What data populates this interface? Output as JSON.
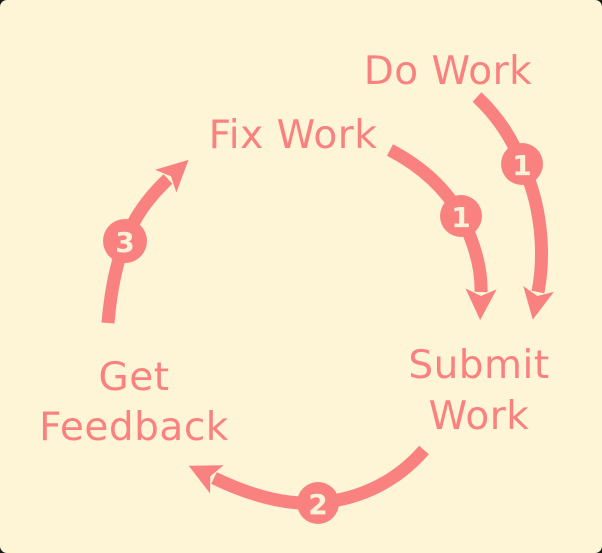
{
  "colors": {
    "background": "#FDF5D6",
    "accent": "#F98281",
    "badge_text": "#FCF3D7",
    "outer": "#191919"
  },
  "diagram": {
    "type": "cycle",
    "nodes": [
      {
        "id": "do-work",
        "label": "Do Work",
        "lines": [
          "Do Work"
        ]
      },
      {
        "id": "fix-work",
        "label": "Fix Work",
        "lines": [
          "Fix Work"
        ]
      },
      {
        "id": "submit-work",
        "label": "Submit Work",
        "lines": [
          "Submit",
          "Work"
        ]
      },
      {
        "id": "get-feedback",
        "label": "Get Feedback",
        "lines": [
          "Get",
          "Feedback"
        ]
      }
    ],
    "edges": [
      {
        "from": "do-work",
        "to": "submit-work",
        "badge": "1"
      },
      {
        "from": "fix-work",
        "to": "submit-work",
        "badge": "1"
      },
      {
        "from": "submit-work",
        "to": "get-feedback",
        "badge": "2"
      },
      {
        "from": "get-feedback",
        "to": "fix-work",
        "badge": "3"
      }
    ]
  }
}
